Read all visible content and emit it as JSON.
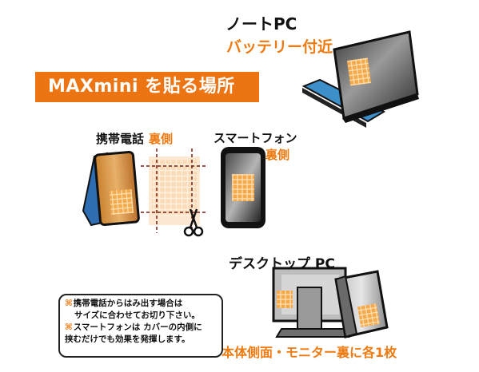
{
  "title": "MAXmini を貼る場所",
  "laptop": {
    "label": "ノートPC",
    "position": "バッテリー付近"
  },
  "flip_phone": {
    "label": "携帯電話",
    "position": "裏側"
  },
  "smartphone": {
    "label": "スマートフォン",
    "position": "裏側"
  },
  "desktop": {
    "label": "デスクトップ PC",
    "position": "本体側面・モニター裏に各1枚"
  },
  "note": {
    "mark": "⌘",
    "line1": "携帯電話からはみ出す場合は",
    "line2": "サイズに合わせてお切り下さい。",
    "line3": "スマートフォンは カバーの内側に",
    "line4": "挟むだけでも効果を発揮します。"
  },
  "colors": {
    "accent": "#ec7412",
    "sticker": "#f2a63c",
    "device_dark": "#1a1a1a"
  }
}
